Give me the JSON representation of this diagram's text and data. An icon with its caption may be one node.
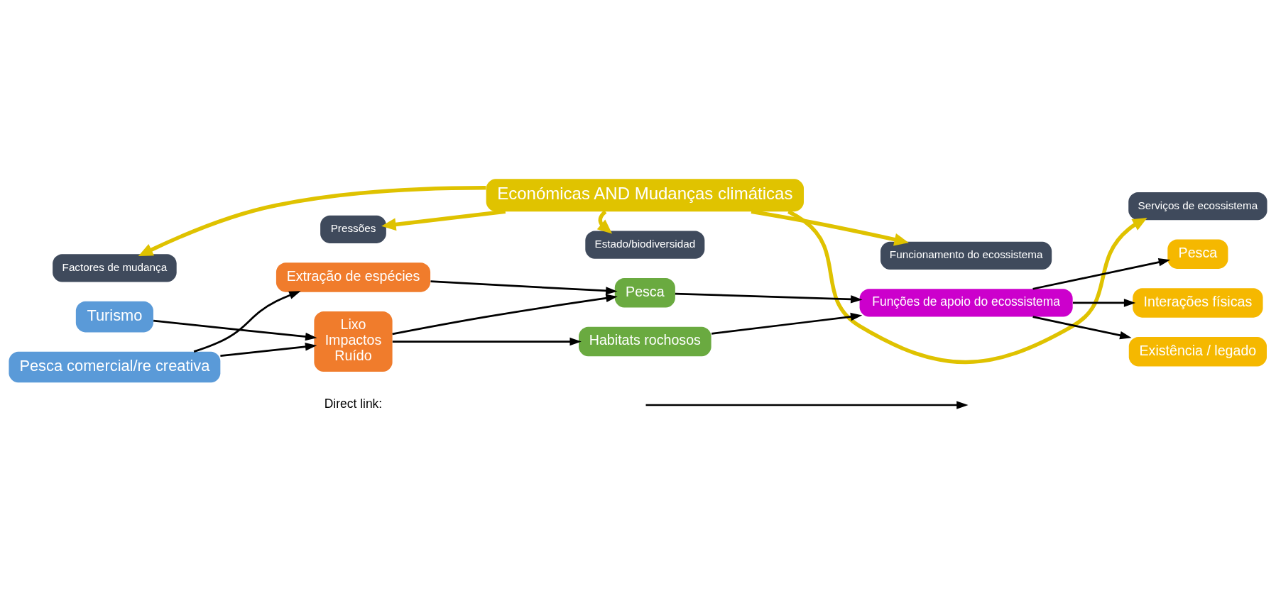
{
  "diagram": {
    "nodes": [
      {
        "text": [
          "Económicas AND Mudanças climáticas"
        ]
      },
      {
        "text": [
          "Factores de mudança"
        ]
      },
      {
        "text": [
          "Pressões"
        ]
      },
      {
        "text": [
          "Estado/biodiversidad"
        ]
      },
      {
        "text": [
          "Funcionamento do ecossistema"
        ]
      },
      {
        "text": [
          "Serviços de ecossistema"
        ]
      },
      {
        "text": [
          "Turismo"
        ]
      },
      {
        "text": [
          "Pesca comercial/re creativa"
        ]
      },
      {
        "text": [
          "Extração de espécies"
        ]
      },
      {
        "text": [
          "Lixo",
          "Impactos",
          "Ruído"
        ]
      },
      {
        "text": [
          "Pesca"
        ]
      },
      {
        "text": [
          "Habitats rochosos"
        ]
      },
      {
        "text": [
          "Funções de apoio do ecossistema"
        ]
      },
      {
        "text": [
          "Pesca"
        ]
      },
      {
        "text": [
          "Interações físicas"
        ]
      },
      {
        "text": [
          "Existência / legado"
        ]
      }
    ],
    "edges": [
      {
        "from": 0,
        "to": 1,
        "arrow": "to",
        "style": "thick",
        "color": "#dfc200"
      },
      {
        "from": 0,
        "to": 2,
        "arrow": "to",
        "style": "thick",
        "color": "#dfc200"
      },
      {
        "from": 0,
        "to": 3,
        "arrow": "to",
        "style": "thick",
        "color": "#dfc200"
      },
      {
        "from": 0,
        "to": 4,
        "arrow": "to",
        "style": "thick",
        "color": "#dfc200"
      },
      {
        "from": 0,
        "to": 5,
        "arrow": "to",
        "style": "thick",
        "color": "#dfc200"
      },
      {
        "from": 6,
        "to": 9,
        "arrow": "to"
      },
      {
        "from": 7,
        "to": 8,
        "arrow": "to"
      },
      {
        "from": 7,
        "to": 9,
        "arrow": "to"
      },
      {
        "from": 8,
        "to": 10,
        "arrow": "to"
      },
      {
        "from": 9,
        "to": 10,
        "arrow": "to"
      },
      {
        "from": 9,
        "to": 11,
        "arrow": "to"
      },
      {
        "from": 10,
        "to": 12,
        "arrow": "to"
      },
      {
        "from": 11,
        "to": 12,
        "arrow": "to"
      },
      {
        "from": 12,
        "to": 13,
        "arrow": "to"
      },
      {
        "from": 12,
        "to": 14,
        "arrow": "to"
      },
      {
        "from": 12,
        "to": 15,
        "arrow": "to"
      }
    ],
    "legend": [
      {
        "text": "Direct link:"
      }
    ]
  }
}
